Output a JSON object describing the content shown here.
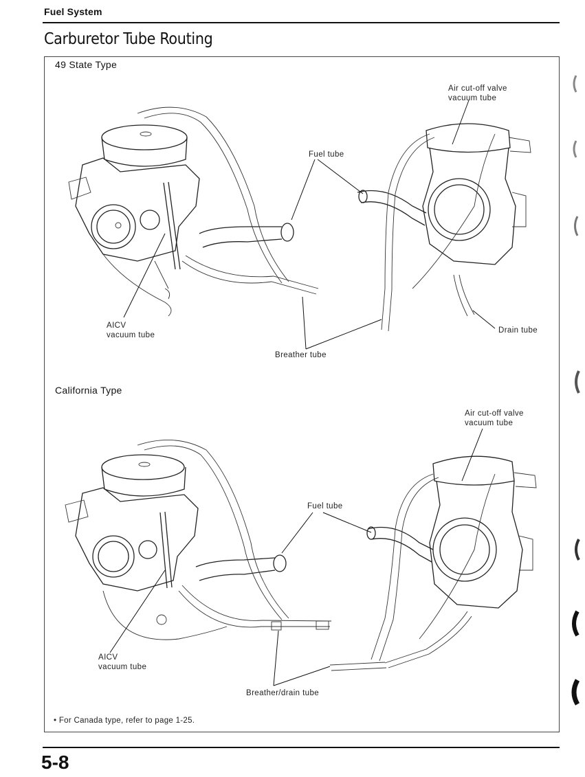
{
  "header": {
    "section": "Fuel System"
  },
  "page": {
    "title": "Carburetor Tube Routing",
    "number": "5-8"
  },
  "figures": [
    {
      "heading": "49 State Type",
      "callouts": {
        "air_cutoff": "Air cut-off valve\nvacuum tube",
        "fuel_tube": "Fuel tube",
        "aicv": "AICV\nvacuum tube",
        "breather": "Breather tube",
        "drain": "Drain tube"
      }
    },
    {
      "heading": "California Type",
      "callouts": {
        "air_cutoff": "Air cut-off valve\nvacuum tube",
        "fuel_tube": "Fuel tube",
        "aicv": "AICV\nvacuum tube",
        "breather_drain": "Breather/drain tube"
      }
    }
  ],
  "note": "•  For Canada type, refer to page 1-25."
}
